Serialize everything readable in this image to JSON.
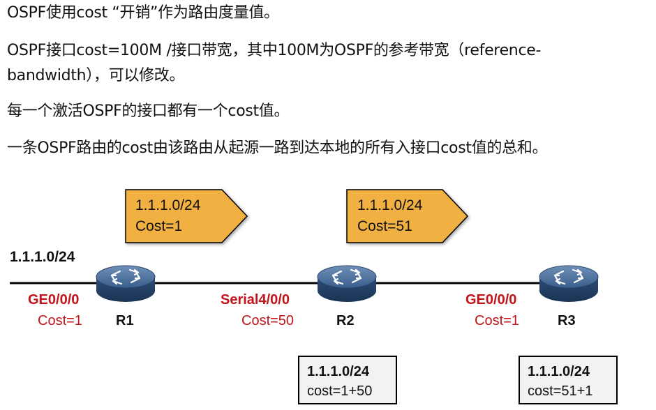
{
  "text": {
    "l1": "OSPF使用cost “开销”作为路由度量值。",
    "l2a": "OSPF接口cost=100M /接口带宽，其中100M为OSPF的参考带宽（reference-",
    "l2b": "bandwidth），可以修改。",
    "l3": "每一个激活OSPF的接口都有一个cost值。",
    "l4": "一条OSPF路由的cost由该路由从起源一路到达本地的所有入接口cost值的总和。"
  },
  "network": {
    "prefix_label": "1.1.1.0/24",
    "routers": [
      {
        "name": "R1",
        "interface": "GE0/0/0",
        "cost": "Cost=1"
      },
      {
        "name": "R2",
        "interface": "Serial4/0/0",
        "cost": "Cost=50"
      },
      {
        "name": "R3",
        "interface": "GE0/0/0",
        "cost": "Cost=1"
      }
    ],
    "arrows": [
      {
        "line1": "1.1.1.0/24",
        "line2": "Cost=1"
      },
      {
        "line1": "1.1.1.0/24",
        "line2": "Cost=51"
      }
    ],
    "tables": [
      {
        "line1": "1.1.1.0/24",
        "line2": "cost=1+50"
      },
      {
        "line1": "1.1.1.0/24",
        "line2": "cost=51+1"
      }
    ]
  },
  "colors": {
    "arrow_fill": "#F0B042",
    "interface_text": "#C0141A",
    "router_body": "#2E4F78",
    "table_fill": "#F2F2F2"
  }
}
